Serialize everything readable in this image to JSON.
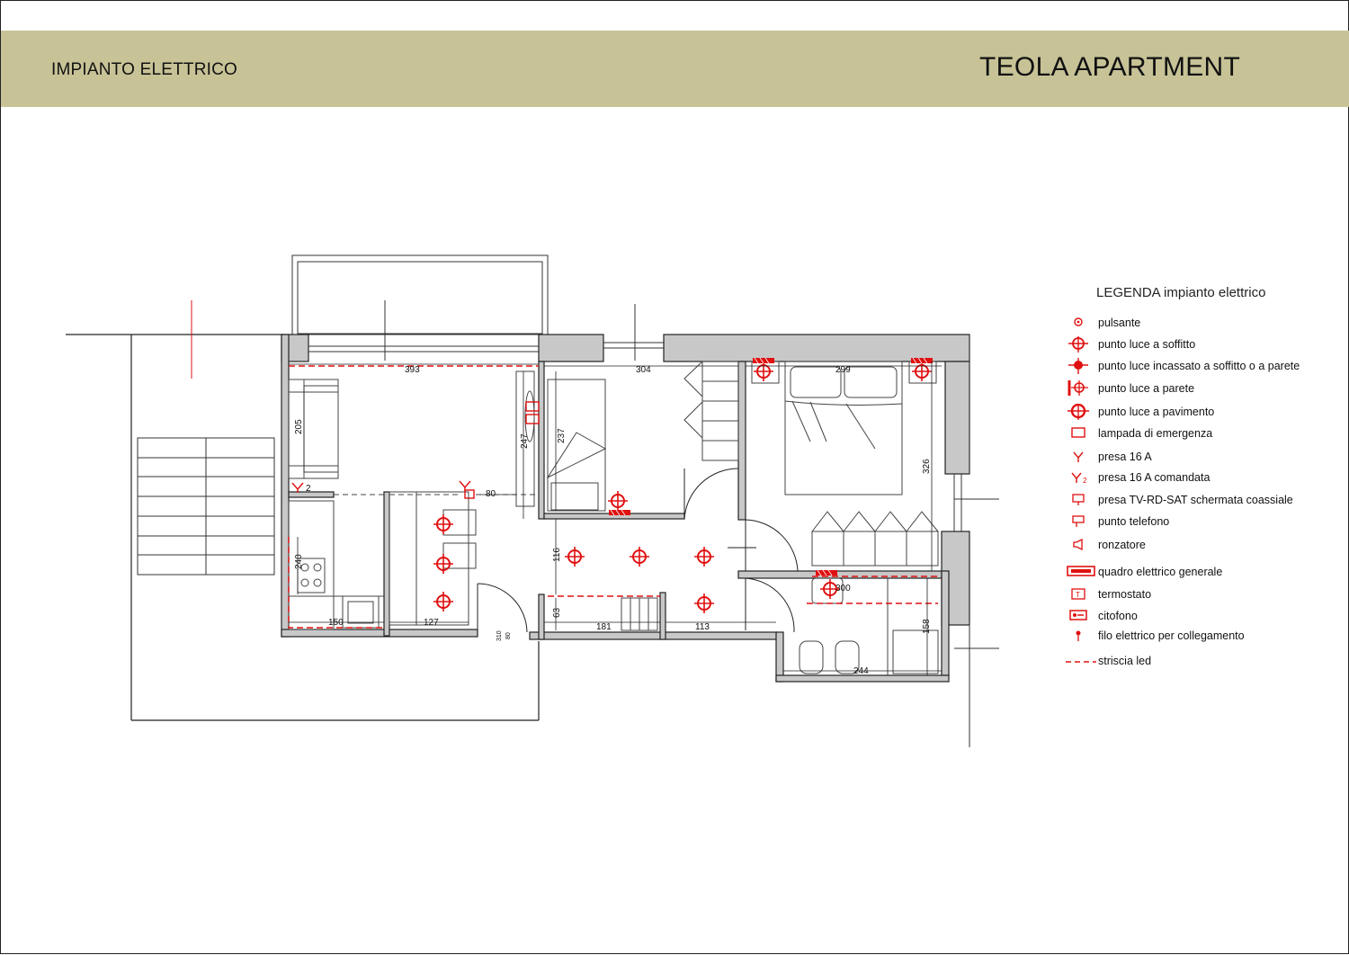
{
  "header": {
    "subtitle": "IMPIANTO ELETTRICO",
    "title": "TEOLA APARTMENT",
    "band_color": "#c7c397"
  },
  "colors": {
    "wall": "#c8c8c8",
    "line": "#222222",
    "electric": "#e01010"
  },
  "plan": {
    "dimensions": {
      "living_width": "393",
      "living_height": "205",
      "hall_width": "80",
      "wall_height": "247",
      "kitchen_height": "240",
      "kitchen_width": "150",
      "table_width": "127",
      "door_small": "310",
      "door_small_b": "80",
      "bedroom_single_width": "304",
      "bedroom_single_height": "237",
      "corridor_height": "116",
      "storage_height": "63",
      "storage_width": "181",
      "corridor_width": "113",
      "bedroom_double_width": "299",
      "bedroom_double_height": "326",
      "bath_sink": "300",
      "bath_height": "158",
      "bath_width": "244"
    },
    "socket_label": "2"
  },
  "legend": {
    "title": "LEGENDA impianto elettrico",
    "items": [
      {
        "icon": "pulsante-icon",
        "label": "pulsante"
      },
      {
        "icon": "ceiling-light-icon",
        "label": "punto luce a soffitto"
      },
      {
        "icon": "recessed-light-icon",
        "label": "punto luce incassato a soffitto o a parete"
      },
      {
        "icon": "wall-light-icon",
        "label": "punto luce a parete"
      },
      {
        "icon": "floor-light-icon",
        "label": "punto luce a pavimento"
      },
      {
        "icon": "emergency-lamp-icon",
        "label": "lampada di emergenza"
      },
      {
        "icon": "socket-icon",
        "label": "presa  16 A"
      },
      {
        "icon": "switched-socket-icon",
        "label": "presa  16 A comandata"
      },
      {
        "icon": "tv-socket-icon",
        "label": "presa TV-RD-SAT schermata coassiale"
      },
      {
        "icon": "phone-point-icon",
        "label": "punto telefono"
      },
      {
        "icon": "buzzer-icon",
        "label": "ronzatore"
      },
      {
        "icon": "main-panel-icon",
        "label": "quadro elettrico generale"
      },
      {
        "icon": "thermostat-icon",
        "label": "termostato"
      },
      {
        "icon": "intercom-icon",
        "label": "citofono"
      },
      {
        "icon": "wire-icon",
        "label": "filo elettrico per collegamento"
      },
      {
        "icon": "led-strip-icon",
        "label": "striscia led"
      }
    ]
  }
}
